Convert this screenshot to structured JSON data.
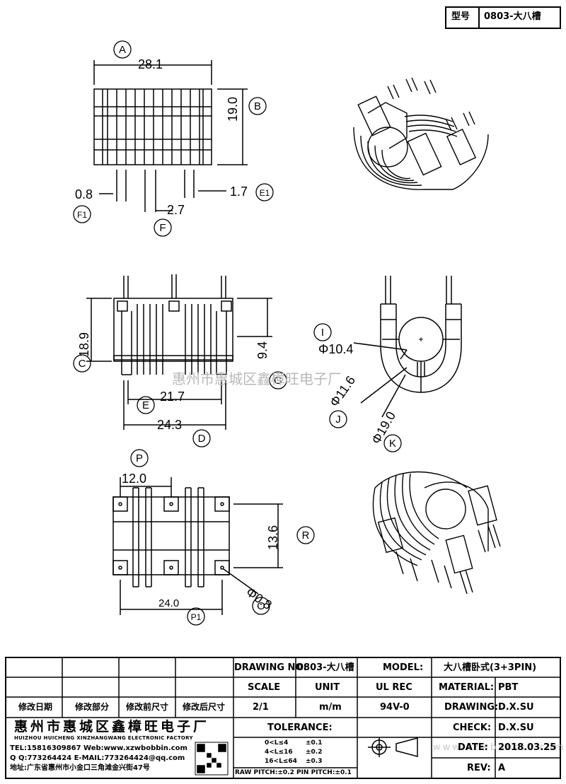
{
  "header": {
    "model_label": "型号",
    "model_value": "0803-大八槽"
  },
  "top_view": {
    "width": "28.1",
    "height": "19.0",
    "slot_width": "0.8",
    "pin_width": "1.7",
    "pitch": "2.7",
    "labels": {
      "a": "A",
      "b": "B",
      "e1": "E1",
      "f1": "F1",
      "f": "F"
    }
  },
  "side_view": {
    "height": "18.9",
    "inner_height": "9.4",
    "inner_width": "21.7",
    "width": "24.3",
    "labels": {
      "c": "C",
      "g": "G",
      "e": "E",
      "d": "D"
    }
  },
  "end_view": {
    "d_inner": "Φ10.4",
    "d_mid": "Φ11.6",
    "d_outer": "Φ19.0",
    "labels": {
      "i": "I",
      "j": "J",
      "k": "K"
    }
  },
  "bottom_view": {
    "pin_span": "12.0",
    "row_span": "13.6",
    "pin_dia": "Φ0.8",
    "width": "24.0",
    "labels": {
      "p": "P",
      "r": "R",
      "o": "O",
      "p1": "P1"
    }
  },
  "watermark": "惠州市惠城区鑫樟旺电子厂",
  "watermark_url": "www.xzwbobbin.com",
  "title_block": {
    "rev_headers": [
      "修改日期",
      "修改部分",
      "修改前尺寸",
      "修改后尺寸"
    ],
    "drawing_no_label": "DRAWING NO:",
    "drawing_no": "0803-大八槽",
    "model_label": "MODEL:",
    "model": "大八槽卧式(3+3PIN)",
    "scale_label": "SCALE",
    "unit_label": "UNIT",
    "ul_label": "UL REC",
    "scale": "2/1",
    "unit": "m/m",
    "ul": "94V-0",
    "material_label": "MATERIAL:",
    "material": "PBT",
    "drawing_label": "DRAWING:",
    "drawing": "D.X.SU",
    "check_label": "CHECK:",
    "check": "D.X.SU",
    "date_label": "DATE:",
    "date": "2018.03.25",
    "rev_label": "REV:",
    "rev": "A",
    "tolerance_label": "TOLERANCE:",
    "tolerances": [
      {
        "range": "0<L≤4",
        "value": "±0.1"
      },
      {
        "range": "4<L≤16",
        "value": "±0.2"
      },
      {
        "range": "16<L≤64",
        "value": "±0.3"
      }
    ],
    "pitch_tol": "RAW PITCH:±0.2 PIN PITCH:±0.1",
    "company_cn": "惠州市惠城区鑫樟旺电子厂",
    "company_en": "HUIZHOU HUICHENG XINZHANGWANG ELECTRONIC FACTORY",
    "tel": "TEL:15816309867 Web:www.xzwbobbin.com",
    "qq": "Q Q:773264424 E-MAIL:773264424@qq.com",
    "address": "地址:广东省惠州市小金口三角滩金兴街47号"
  }
}
